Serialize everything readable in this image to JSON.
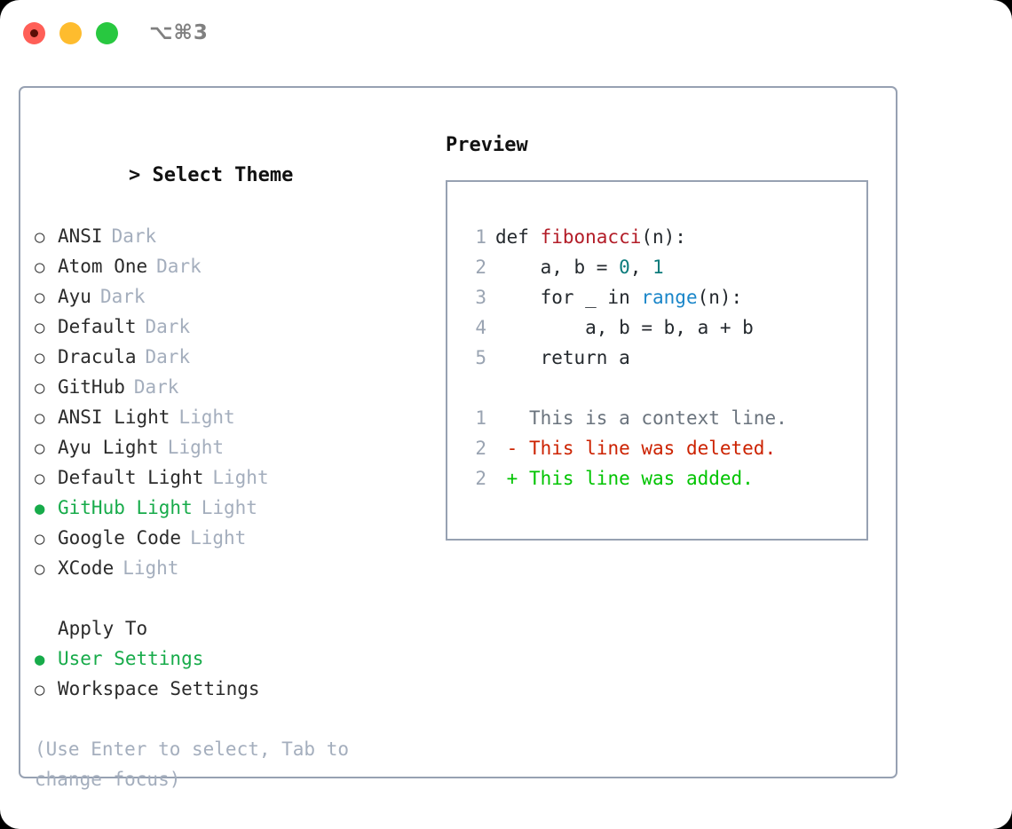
{
  "window": {
    "title": "⌥⌘3",
    "traffic_lights": [
      {
        "name": "close",
        "color": "#ff5f57"
      },
      {
        "name": "minimize",
        "color": "#febc2e"
      },
      {
        "name": "zoom",
        "color": "#28c840"
      }
    ]
  },
  "theme_picker": {
    "caret": ">",
    "heading": "Select Theme",
    "bullet_unselected": "○",
    "bullet_selected": "●",
    "items": [
      {
        "label": "ANSI",
        "tag": "Dark",
        "selected": false
      },
      {
        "label": "Atom One",
        "tag": "Dark",
        "selected": false
      },
      {
        "label": "Ayu",
        "tag": "Dark",
        "selected": false
      },
      {
        "label": "Default",
        "tag": "Dark",
        "selected": false
      },
      {
        "label": "Dracula",
        "tag": "Dark",
        "selected": false
      },
      {
        "label": "GitHub",
        "tag": "Dark",
        "selected": false
      },
      {
        "label": "ANSI Light",
        "tag": "Light",
        "selected": false
      },
      {
        "label": "Ayu Light",
        "tag": "Light",
        "selected": false
      },
      {
        "label": "Default Light",
        "tag": "Light",
        "selected": false
      },
      {
        "label": "GitHub Light",
        "tag": "Light",
        "selected": true
      },
      {
        "label": "Google Code",
        "tag": "Light",
        "selected": false
      },
      {
        "label": "XCode",
        "tag": "Light",
        "selected": false
      }
    ]
  },
  "apply_to": {
    "heading": "Apply To",
    "items": [
      {
        "label": "User Settings",
        "selected": true
      },
      {
        "label": "Workspace Settings",
        "selected": false
      }
    ]
  },
  "hint": "(Use Enter to select, Tab to change focus)",
  "preview": {
    "title": "Preview",
    "code": [
      {
        "num": "1",
        "parts": [
          {
            "text": "def ",
            "tok": "plain"
          },
          {
            "text": "fibonacci",
            "tok": "fn"
          },
          {
            "text": "(n):",
            "tok": "plain"
          }
        ]
      },
      {
        "num": "2",
        "parts": [
          {
            "text": "    a, b = ",
            "tok": "plain"
          },
          {
            "text": "0",
            "tok": "num"
          },
          {
            "text": ", ",
            "tok": "plain"
          },
          {
            "text": "1",
            "tok": "num"
          }
        ]
      },
      {
        "num": "3",
        "parts": [
          {
            "text": "    for _ in ",
            "tok": "plain"
          },
          {
            "text": "range",
            "tok": "call"
          },
          {
            "text": "(n):",
            "tok": "plain"
          }
        ]
      },
      {
        "num": "4",
        "parts": [
          {
            "text": "        a, b = b, a + b",
            "tok": "plain"
          }
        ]
      },
      {
        "num": "5",
        "parts": [
          {
            "text": "    return a",
            "tok": "plain"
          }
        ]
      }
    ],
    "diff": [
      {
        "num": "1",
        "marker": " ",
        "text": " This is a context line.",
        "kind": "ctx"
      },
      {
        "num": "2",
        "marker": "-",
        "text": " This line was deleted.",
        "kind": "del"
      },
      {
        "num": "2",
        "marker": "+",
        "text": " This line was added.",
        "kind": "add"
      }
    ]
  },
  "colors": {
    "accent_green": "#17ab4a",
    "diff_add": "#00c400",
    "diff_del": "#cc2200",
    "tag_muted": "#a4aebd",
    "border": "#97a1b2",
    "fn_red": "#b31d28",
    "num_teal": "#0b7b7b",
    "call_blue": "#1a86c9"
  }
}
